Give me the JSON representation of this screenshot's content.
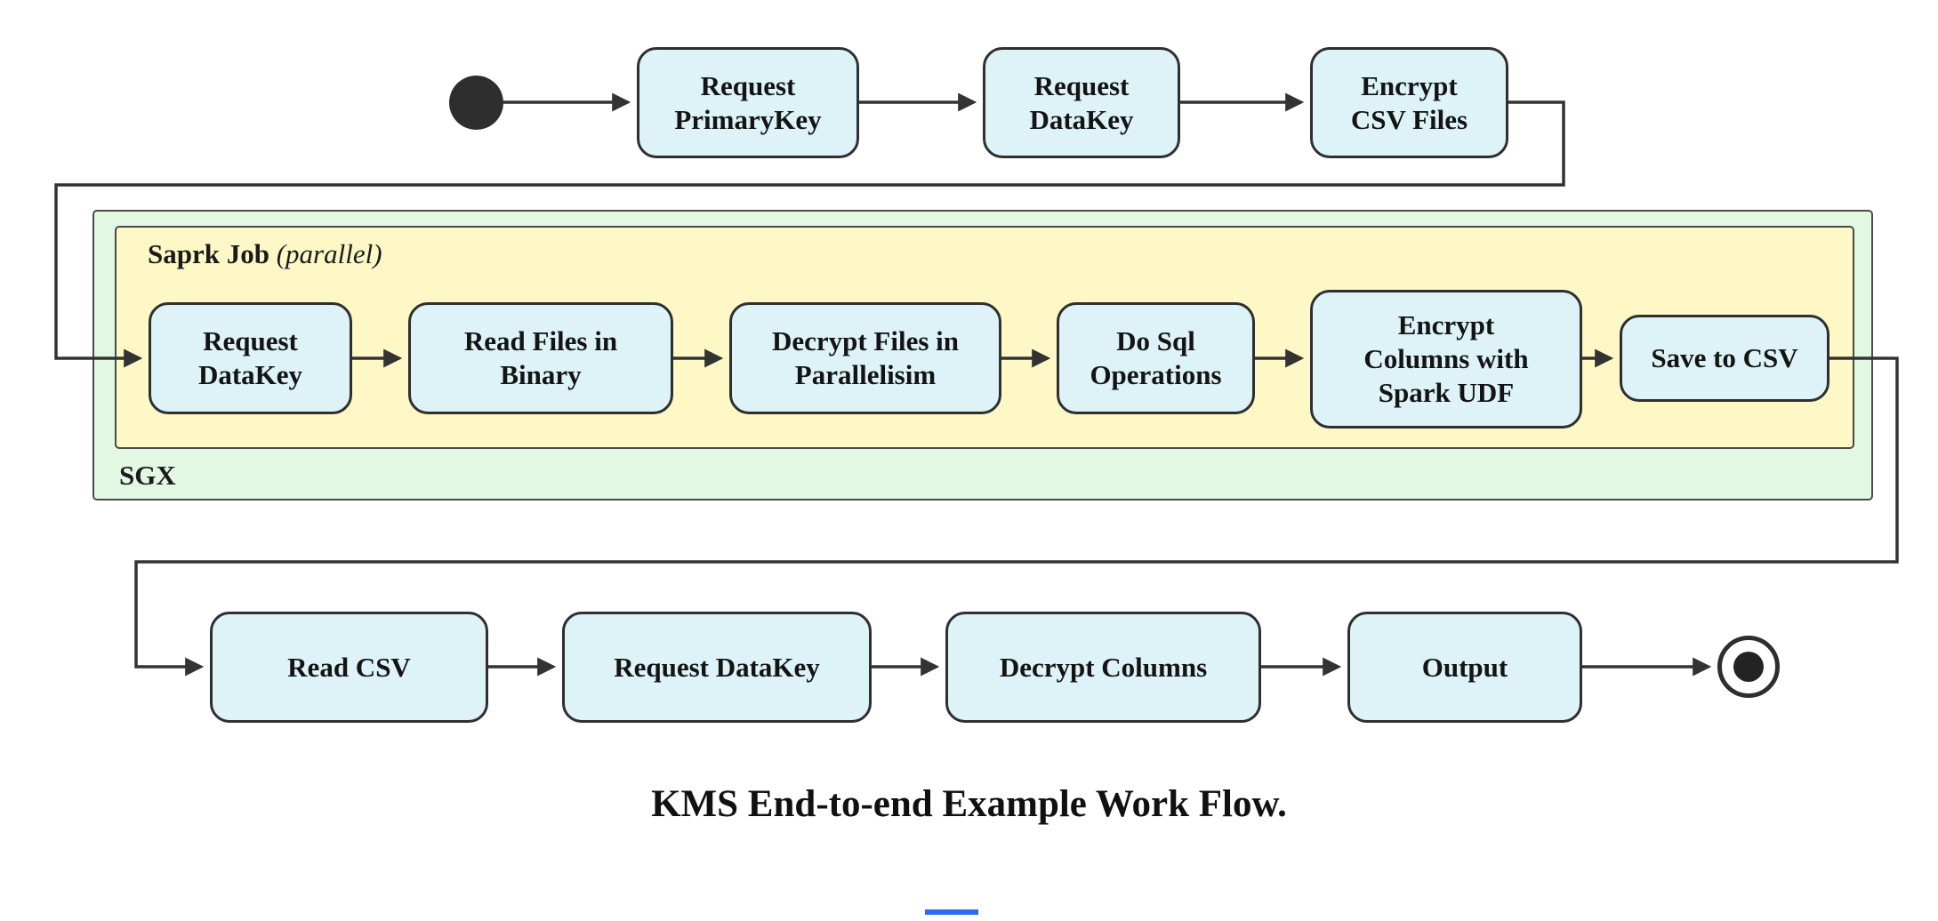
{
  "colors": {
    "node-fill": "#ddf3f8",
    "node-border": "#2f2f2f",
    "spark-fill": "#fdf8c6",
    "sgx-fill": "#e2f8e2",
    "group-border": "#4a4a4a",
    "edge": "#333333",
    "accent-blue": "#2b6df0"
  },
  "diagram": {
    "start_row": [
      "Request\nPrimaryKey",
      "Request\nDataKey",
      "Encrypt\nCSV Files"
    ],
    "groups": {
      "sgx": {
        "label": "SGX"
      },
      "spark": {
        "label": "Saprk Job",
        "qualifier": "(parallel)"
      }
    },
    "spark_nodes": [
      "Request\nDataKey",
      "Read Files in\nBinary",
      "Decrypt Files in\nParallelisim",
      "Do Sql\nOperations",
      "Encrypt\nColumns with\nSpark UDF",
      "Save to CSV"
    ],
    "end_row": [
      "Read CSV",
      "Request DataKey",
      "Decrypt Columns",
      "Output"
    ],
    "caption": "KMS End-to-end Example Work Flow."
  }
}
